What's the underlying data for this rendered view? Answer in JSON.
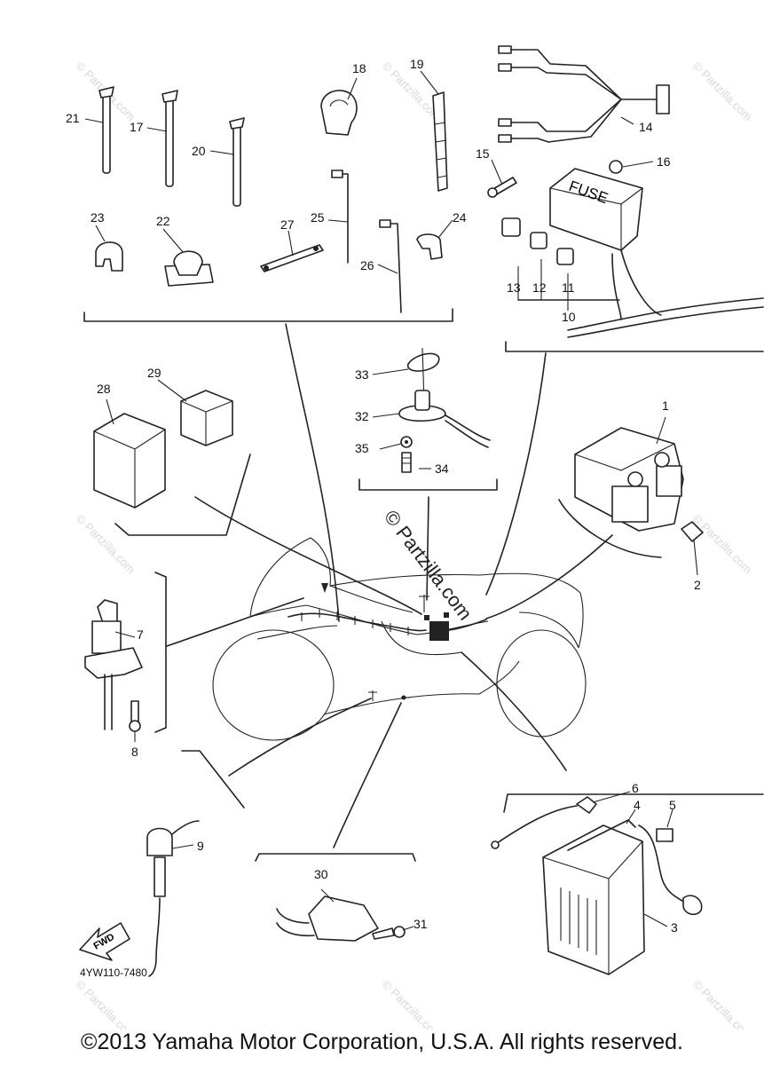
{
  "diagram": {
    "watermark_center": "© Partzilla.com",
    "watermark_small": "© Partzilla.com",
    "part_code": "4YW110-7480",
    "fuse_label": "FUSE",
    "fwd_label": "FWD",
    "callouts": [
      "1",
      "2",
      "3",
      "4",
      "5",
      "6",
      "7",
      "8",
      "9",
      "10",
      "11",
      "12",
      "13",
      "14",
      "15",
      "16",
      "17",
      "18",
      "19",
      "20",
      "21",
      "22",
      "23",
      "24",
      "25",
      "26",
      "27",
      "28",
      "29",
      "30",
      "31",
      "32",
      "33",
      "34",
      "35"
    ]
  },
  "footer": {
    "copyright": "©2013 Yamaha Motor Corporation, U.S.A. All rights reserved."
  }
}
